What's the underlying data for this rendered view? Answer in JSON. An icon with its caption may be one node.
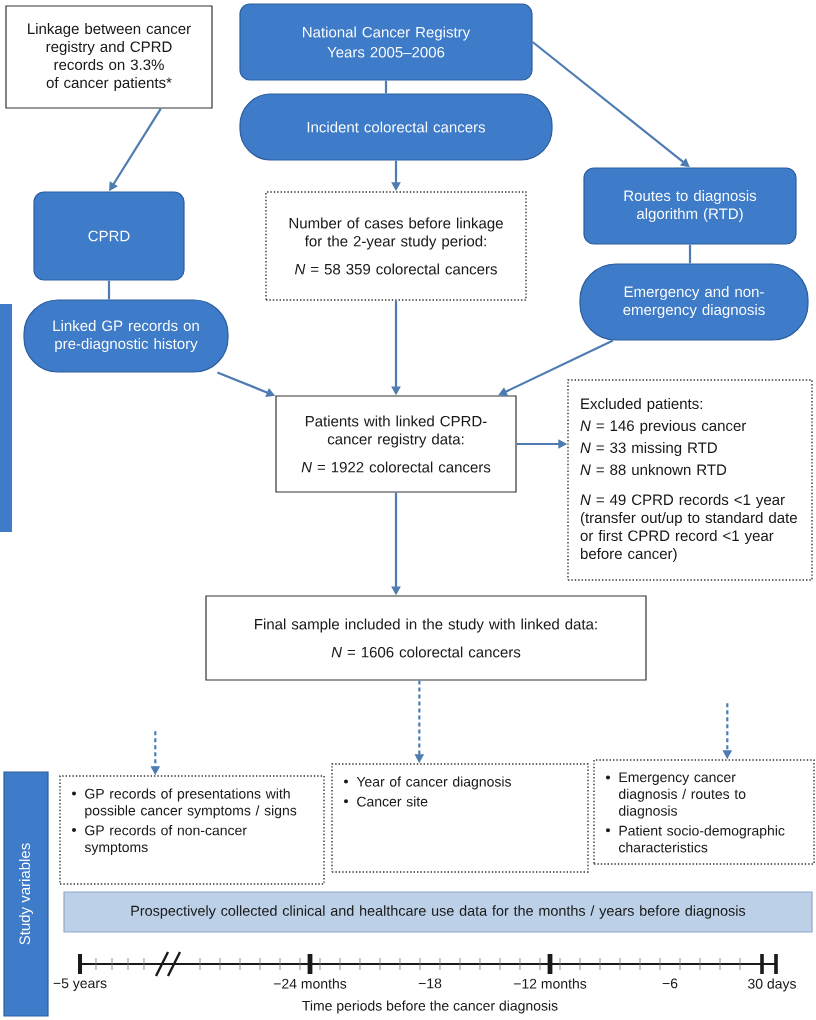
{
  "diagram": {
    "nodes": [
      {
        "text": [
          "Linkage between cancer registry and CPRD records on 3.3% of cancer patients*"
        ]
      },
      {
        "text": [
          "National Cancer Registry",
          "Years 2005–2006"
        ]
      },
      {
        "text": [
          "Incident colorectal cancers"
        ]
      },
      {
        "text": [
          "CPRD"
        ]
      },
      {
        "text": [
          "Number of cases before linkage for the 2-year study period:",
          "*N* = 58 359 colorectal cancers"
        ]
      },
      {
        "text": [
          "Routes to diagnosis algorithm (RTD)"
        ]
      },
      {
        "text": [
          "Linked GP records on pre-diagnostic history"
        ]
      },
      {
        "text": [
          "Emergency and non-emergency diagnosis"
        ]
      },
      {
        "text": [
          "Patients with linked CPRD-cancer registry data:",
          "*N* = 1922 colorectal cancers"
        ]
      },
      {
        "text": [
          "Excluded patients:",
          "*N* = 146 previous cancer",
          "*N* = 33 missing RTD",
          "*N* = 88 unknown RTD",
          "*N* = 49 CPRD records <1 year (transfer out/up to standard date or first CPRD record <1 year before cancer)"
        ]
      },
      {
        "text": [
          "Final sample included in the study with linked data:",
          "*N* = 1606 colorectal cancers"
        ]
      },
      {
        "text": [
          "Study variables"
        ]
      },
      {
        "text": [
          "GP records of presentations with possible cancer symptoms / signs",
          "GP records of non-cancer symptoms"
        ]
      },
      {
        "text": [
          "Year of cancer diagnosis",
          "Cancer site"
        ]
      },
      {
        "text": [
          "Emergency cancer diagnosis / routes to diagnosis",
          "Patient socio-demographic characteristics"
        ]
      },
      {
        "text": [
          "Prospectively collected clinical and healthcare use data for the months / years before diagnosis"
        ]
      }
    ],
    "edges": [
      {
        "from": 1,
        "to": 2,
        "arrow": "none"
      },
      {
        "from": 0,
        "to": 3,
        "arrow": "to"
      },
      {
        "from": 1,
        "to": 5,
        "arrow": "to"
      },
      {
        "from": 2,
        "to": 4,
        "arrow": "to"
      },
      {
        "from": 3,
        "to": 6,
        "arrow": "none"
      },
      {
        "from": 5,
        "to": 7,
        "arrow": "none"
      },
      {
        "from": 6,
        "to": 8,
        "arrow": "to"
      },
      {
        "from": 4,
        "to": 8,
        "arrow": "to"
      },
      {
        "from": 7,
        "to": 8,
        "arrow": "to"
      },
      {
        "from": 8,
        "to": 9,
        "arrow": "to"
      },
      {
        "from": 8,
        "to": 10,
        "arrow": "to"
      },
      {
        "from": null,
        "to": 12,
        "arrow": "to",
        "style": "dashed"
      },
      {
        "from": 10,
        "to": 13,
        "arrow": "to",
        "style": "dashed"
      },
      {
        "from": null,
        "to": 14,
        "arrow": "to",
        "style": "dashed"
      }
    ],
    "labels": [
      "−5 years",
      "−24 months",
      "−18",
      "−12 months",
      "−6",
      "30 days",
      "Time periods before the cancer diagnosis"
    ]
  }
}
